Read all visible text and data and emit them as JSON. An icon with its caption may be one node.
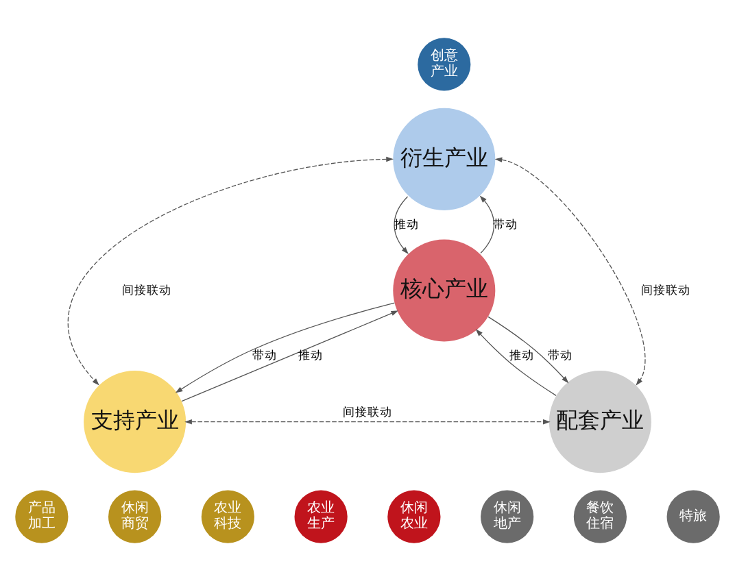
{
  "diagram": {
    "nodes": [
      {
        "text": [
          "创意产业"
        ]
      },
      {
        "text": [
          "衍生产业"
        ]
      },
      {
        "text": [
          "核心产业"
        ]
      },
      {
        "text": [
          "农业生产"
        ]
      },
      {
        "text": [
          "休闲农业"
        ]
      },
      {
        "text": [
          "支持产业"
        ]
      },
      {
        "text": [
          "配套产业"
        ]
      },
      {
        "text": [
          "产品加工"
        ]
      },
      {
        "text": [
          "休闲商贸"
        ]
      },
      {
        "text": [
          "农业科技"
        ]
      },
      {
        "text": [
          "休闲地产"
        ]
      },
      {
        "text": [
          "餐饮住宿"
        ]
      },
      {
        "text": [
          "特旅"
        ]
      }
    ],
    "edges": [
      {
        "from": 1,
        "to": 2,
        "arrow": "to",
        "label": "推动"
      },
      {
        "from": 2,
        "to": 1,
        "arrow": "to",
        "label": "带动"
      },
      {
        "from": 1,
        "to": 5,
        "arrow": "both",
        "label": "间接联动",
        "style": "dashed"
      },
      {
        "from": 1,
        "to": 6,
        "arrow": "both",
        "label": "间接联动",
        "style": "dashed"
      },
      {
        "from": 5,
        "to": 2,
        "arrow": "to",
        "label": "推动"
      },
      {
        "from": 2,
        "to": 5,
        "arrow": "to",
        "label": "带动"
      },
      {
        "from": 6,
        "to": 2,
        "arrow": "to",
        "label": "推动"
      },
      {
        "from": 2,
        "to": 6,
        "arrow": "to",
        "label": "带动"
      },
      {
        "from": 5,
        "to": 6,
        "arrow": "both",
        "label": "间接联动",
        "style": "dashed"
      }
    ]
  }
}
